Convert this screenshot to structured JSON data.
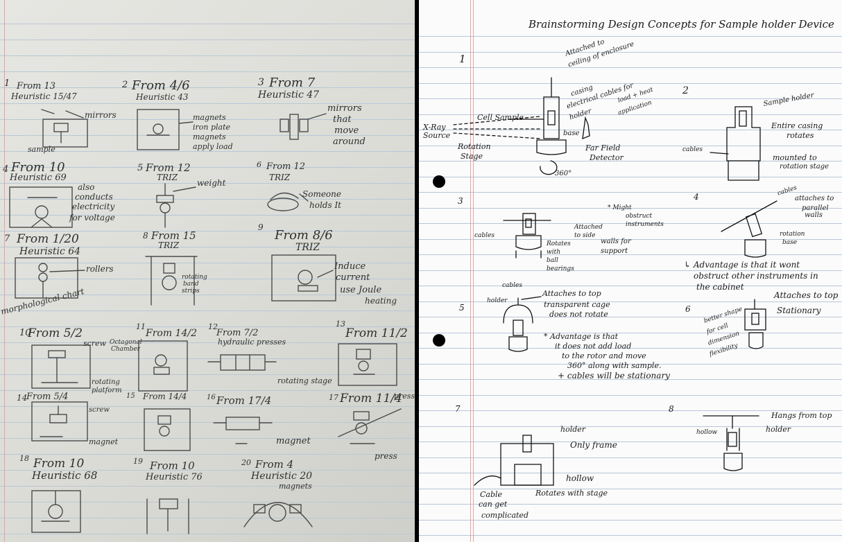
{
  "left_page": {
    "cells": [
      {
        "number": "1",
        "heading": "From 13",
        "sub": "Heuristic 15/47",
        "notes": [
          "mirrors",
          "sample"
        ]
      },
      {
        "number": "2",
        "heading": "From 4/6",
        "sub": "Heuristic 43",
        "notes": [
          "magnets",
          "iron plate",
          "magnets",
          "apply load"
        ]
      },
      {
        "number": "3",
        "heading": "From 7",
        "sub": "Heuristic 47",
        "notes": [
          "mirrors",
          "that",
          "move",
          "around"
        ]
      },
      {
        "number": "4",
        "heading": "From 10",
        "sub": "Heuristic 69",
        "notes": [
          "also",
          "conducts",
          "electricity",
          "for voltage"
        ]
      },
      {
        "number": "5",
        "heading": "From 12",
        "sub": "TRIZ",
        "notes": [
          "weight"
        ]
      },
      {
        "number": "6",
        "heading": "From 12",
        "sub": "TRIZ",
        "notes": [
          "Someone",
          "holds It"
        ]
      },
      {
        "number": "7",
        "heading": "From 1/20",
        "sub": "Heuristic 64",
        "notes": [
          "rollers"
        ]
      },
      {
        "number": "8",
        "heading": "From 15",
        "sub": "TRIZ",
        "notes": [
          "rotating",
          "band",
          "strips"
        ]
      },
      {
        "number": "9",
        "heading": "From 8/6",
        "sub": "TRIZ",
        "notes": [
          "Induce",
          "current",
          "use Joule",
          "heating"
        ]
      },
      {
        "number": "10",
        "heading": "From 5/2",
        "sub": "",
        "notes": [
          "screw",
          "rotating",
          "platform"
        ]
      },
      {
        "number": "11",
        "heading": "From 14/2",
        "sub": "",
        "notes": [
          "Octagonal",
          "Chamber"
        ]
      },
      {
        "number": "12",
        "heading": "From 7/2",
        "sub": "",
        "notes": [
          "hydraulic presses"
        ]
      },
      {
        "number": "13",
        "heading": "From 11/2",
        "sub": "",
        "notes": [
          "rotating stage",
          "press"
        ]
      },
      {
        "number": "14",
        "heading": "From 5/4",
        "sub": "",
        "notes": [
          "screw",
          "magnet"
        ]
      },
      {
        "number": "15",
        "heading": "From 14/4",
        "sub": "",
        "notes": []
      },
      {
        "number": "16",
        "heading": "From 17/4",
        "sub": "",
        "notes": [
          "magnet"
        ]
      },
      {
        "number": "17",
        "heading": "From 11/4",
        "sub": "",
        "notes": [
          "press"
        ]
      },
      {
        "number": "18",
        "heading": "From 10",
        "sub": "Heuristic 68",
        "notes": []
      },
      {
        "number": "19",
        "heading": "From 10",
        "sub": "Heuristic 76",
        "notes": []
      },
      {
        "number": "20",
        "heading": "From 4",
        "sub": "Heuristic 20",
        "notes": [
          "magnets"
        ]
      }
    ],
    "side_label": "morphological chart"
  },
  "right_page": {
    "title": "Brainstorming Design Concepts for Sample holder Device",
    "concept1": {
      "number": "1",
      "labels": {
        "attached": "Attached to",
        "attached2": "ceiling of enclosure",
        "casing": "casing",
        "cable1": "electrical cables for",
        "cable2": "load + heat",
        "cable3": "application",
        "holder": "holder",
        "base": "base",
        "xray": "X-Ray",
        "source": "Source",
        "cell": "Cell Sample",
        "rotation": "Rotation",
        "stage": "Stage",
        "far": "Far Field",
        "detector": "Detector",
        "deg": "360°"
      }
    },
    "concept2": {
      "number": "2",
      "labels": {
        "sample": "Sample holder",
        "entire1": "Entire casing",
        "entire2": "rotates",
        "cables": "cables",
        "mounted1": "mounted to",
        "mounted2": "rotation stage"
      }
    },
    "concept3": {
      "number": "3",
      "labels": {
        "might1": "* Might",
        "might2": "obstruct",
        "might3": "instruments",
        "att1": "Attached",
        "att2": "to side",
        "att3": "walls for",
        "att4": "support",
        "cables": "cables",
        "rot1": "Rotates",
        "rot2": "with",
        "rot3": "ball",
        "rot4": "bearings"
      }
    },
    "concept4": {
      "number": "4",
      "labels": {
        "cables": "cables",
        "att1": "attaches to",
        "att2": "parallel",
        "att3": "walls",
        "rot1": "rotation",
        "rot2": "base",
        "adv1": "↳ Advantage is that it wont",
        "adv2": "obstruct other instruments in",
        "adv3": "the cabinet"
      }
    },
    "concept5": {
      "number": "5",
      "labels": {
        "cables": "cables",
        "holder": "holder",
        "top": "Attaches to top",
        "trans1": "transparent cage",
        "trans2": "does not rotate",
        "adv1": "* Advantage is that",
        "adv2": "it does not add load",
        "adv3": "to the rotor and move",
        "adv4": "360° along with sample.",
        "adv5": "+ cables will be stationary"
      }
    },
    "concept6": {
      "number": "6",
      "labels": {
        "top": "Attaches to top",
        "stat": "Stationary",
        "better1": "better shape",
        "better2": "for cell",
        "better3": "dimension",
        "better4": "flexibility"
      }
    },
    "concept7": {
      "number": "7",
      "labels": {
        "holder": "holder",
        "frame": "Only frame",
        "hollow": "hollow",
        "rotates": "Rotates with stage",
        "cable1": "Cable",
        "cable2": "can get",
        "cable3": "complicated"
      }
    },
    "concept8": {
      "number": "8",
      "labels": {
        "hangs": "Hangs from top",
        "holder": "holder",
        "hollow": "hollow"
      }
    }
  }
}
